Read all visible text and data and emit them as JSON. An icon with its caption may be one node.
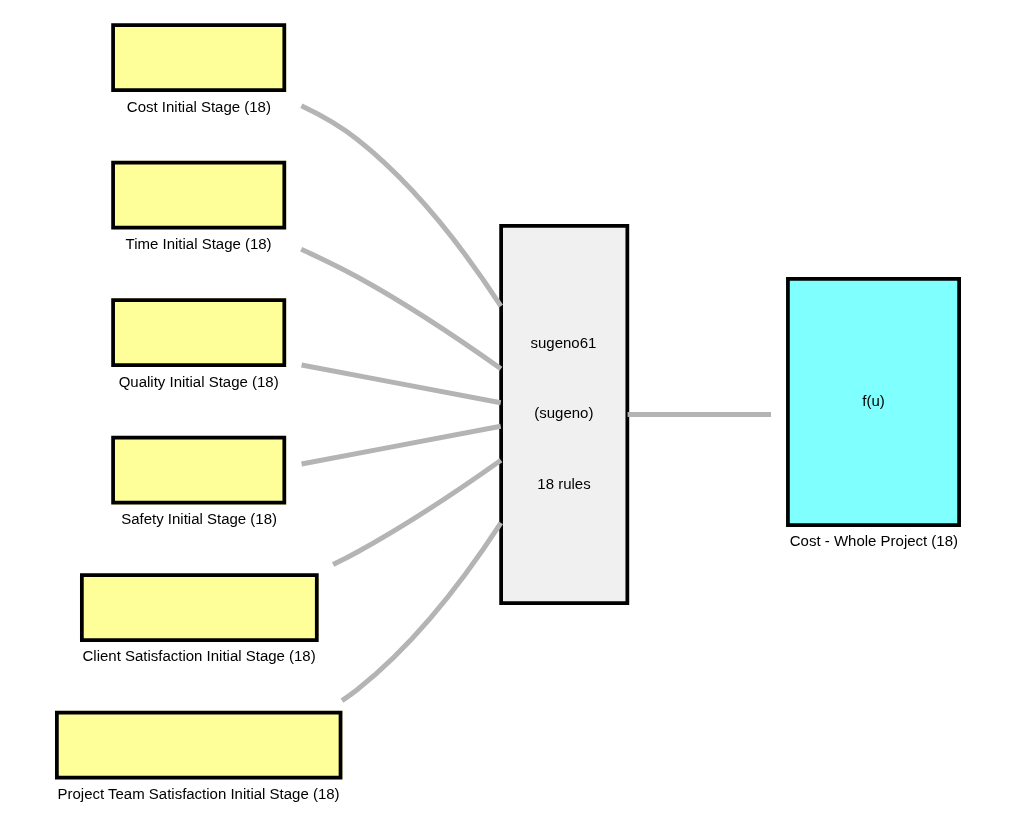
{
  "diagram": {
    "nodes": [
      {
        "text": [
          "Cost Initial Stage (18)"
        ]
      },
      {
        "text": [
          "Time Initial Stage (18)"
        ]
      },
      {
        "text": [
          "Quality Initial Stage (18)"
        ]
      },
      {
        "text": [
          "Safety Initial Stage (18)"
        ]
      },
      {
        "text": [
          "Client Satisfaction Initial Stage (18)"
        ]
      },
      {
        "text": [
          "Project Team Satisfaction Initial Stage (18)"
        ]
      },
      {
        "text": [
          "sugeno61",
          "(sugeno)",
          "18 rules"
        ]
      },
      {
        "text": [
          "f(u)",
          "Cost - Whole Project (18)"
        ]
      }
    ],
    "edges": [
      {
        "from": 0,
        "to": 6,
        "arrow": "none"
      },
      {
        "from": 1,
        "to": 6,
        "arrow": "none"
      },
      {
        "from": 2,
        "to": 6,
        "arrow": "none"
      },
      {
        "from": 3,
        "to": 6,
        "arrow": "none"
      },
      {
        "from": 4,
        "to": 6,
        "arrow": "none"
      },
      {
        "from": 5,
        "to": 6,
        "arrow": "none"
      },
      {
        "from": 6,
        "to": 7,
        "arrow": "none"
      }
    ]
  }
}
